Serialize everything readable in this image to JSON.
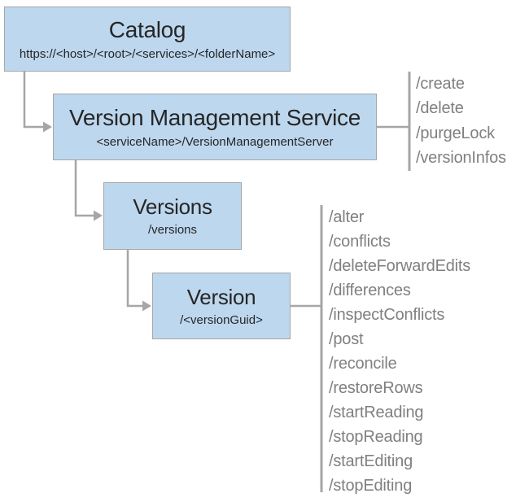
{
  "colors": {
    "box_fill": "#bdd7ee",
    "box_border": "#a6a6a6",
    "title_text": "#262626",
    "operation_text": "#808080",
    "connector": "#a6a6a6",
    "page_bg": "#ffffff"
  },
  "diagram": {
    "nodes": [
      {
        "id": "catalog",
        "title": "Catalog",
        "subtitle": "https://<host>/<root>/<services>/<folderName>"
      },
      {
        "id": "version-management-service",
        "title": "Version Management Service",
        "subtitle": "<serviceName>/VersionManagementServer",
        "operations": [
          "/create",
          "/delete",
          "/purgeLock",
          "/versionInfos"
        ]
      },
      {
        "id": "versions",
        "title": "Versions",
        "subtitle": "/versions"
      },
      {
        "id": "version",
        "title": "Version",
        "subtitle": "/<versionGuid>",
        "operations": [
          "/alter",
          "/conflicts",
          "/deleteForwardEdits",
          "/differences",
          "/inspectConflicts",
          "/post",
          "/reconcile",
          "/restoreRows",
          "/startReading",
          "/stopReading",
          "/startEditing",
          "/stopEditing"
        ]
      }
    ]
  }
}
